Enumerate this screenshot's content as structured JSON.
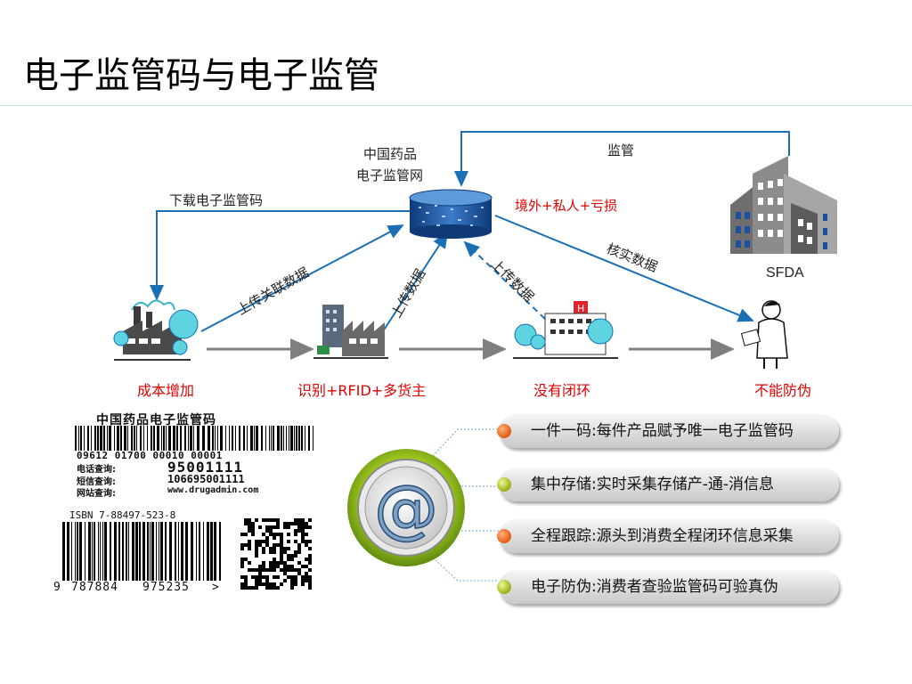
{
  "title": "电子监管码与电子监管",
  "diagram": {
    "network_label_1": "中国药品",
    "network_label_2": "电子监管网",
    "supervision": "监管",
    "download": "下载电子监管码",
    "overseas": "境外+私人+亏损",
    "verify": "核实数据",
    "sfda": "SFDA",
    "upload_linked": "上传关联数据",
    "upload_1": "上传数据",
    "upload_2": "上传数据",
    "captions": [
      "成本增加",
      "识别+RFID+多货主",
      "没有闭环",
      "不能防伪"
    ]
  },
  "features": [
    {
      "text": "一件一码:每件产品赋予唯一电子监管码",
      "dot": "orange"
    },
    {
      "text": "集中存储:实时采集存储产-通-消信息",
      "dot": "green"
    },
    {
      "text": "全程跟踪:源头到消费全程闭环信息采集",
      "dot": "orange"
    },
    {
      "text": "电子防伪:消费者查验监管码可验真伪",
      "dot": "green"
    }
  ],
  "barcode_label": {
    "heading": "中国药品电子监管码",
    "code": "09612 01700 00010 00001",
    "phone_label": "电话查询:",
    "phone": "95001111",
    "sms_label": "短信查询:",
    "sms": "106695001111",
    "web_label": "网站查询:",
    "web": "www.drugadmin.com"
  },
  "isbn": {
    "text": "ISBN 7-88497-523-8",
    "digits_1": "9",
    "digits_2": "787884",
    "digits_3": "975235",
    "digits_4": ">"
  },
  "colors": {
    "arrow_blue": "#1a6fb5",
    "caption_red": "#e00000",
    "sfda_gray": "#7a7a7a"
  },
  "icons": [
    "database-icon",
    "buildings-icon",
    "factory-icon",
    "warehouse-icon",
    "hospital-icon",
    "person-icon",
    "at-sign-icon",
    "qr-code-icon"
  ]
}
